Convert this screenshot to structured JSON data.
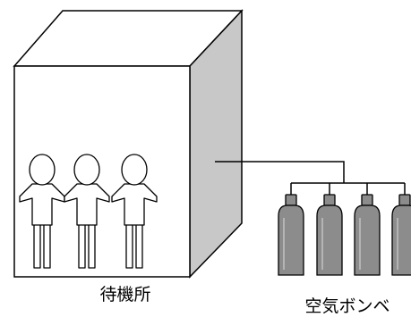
{
  "labels": {
    "room": "待機所",
    "cylinders": "空気ボンベ"
  },
  "counts": {
    "people": 3,
    "cylinders": 4
  },
  "colors": {
    "outline": "#000000",
    "room_face": "#ffffff",
    "room_side": "#c8c8c8",
    "cylinder_fill": "#8c8c8c",
    "background": "#ffffff"
  }
}
